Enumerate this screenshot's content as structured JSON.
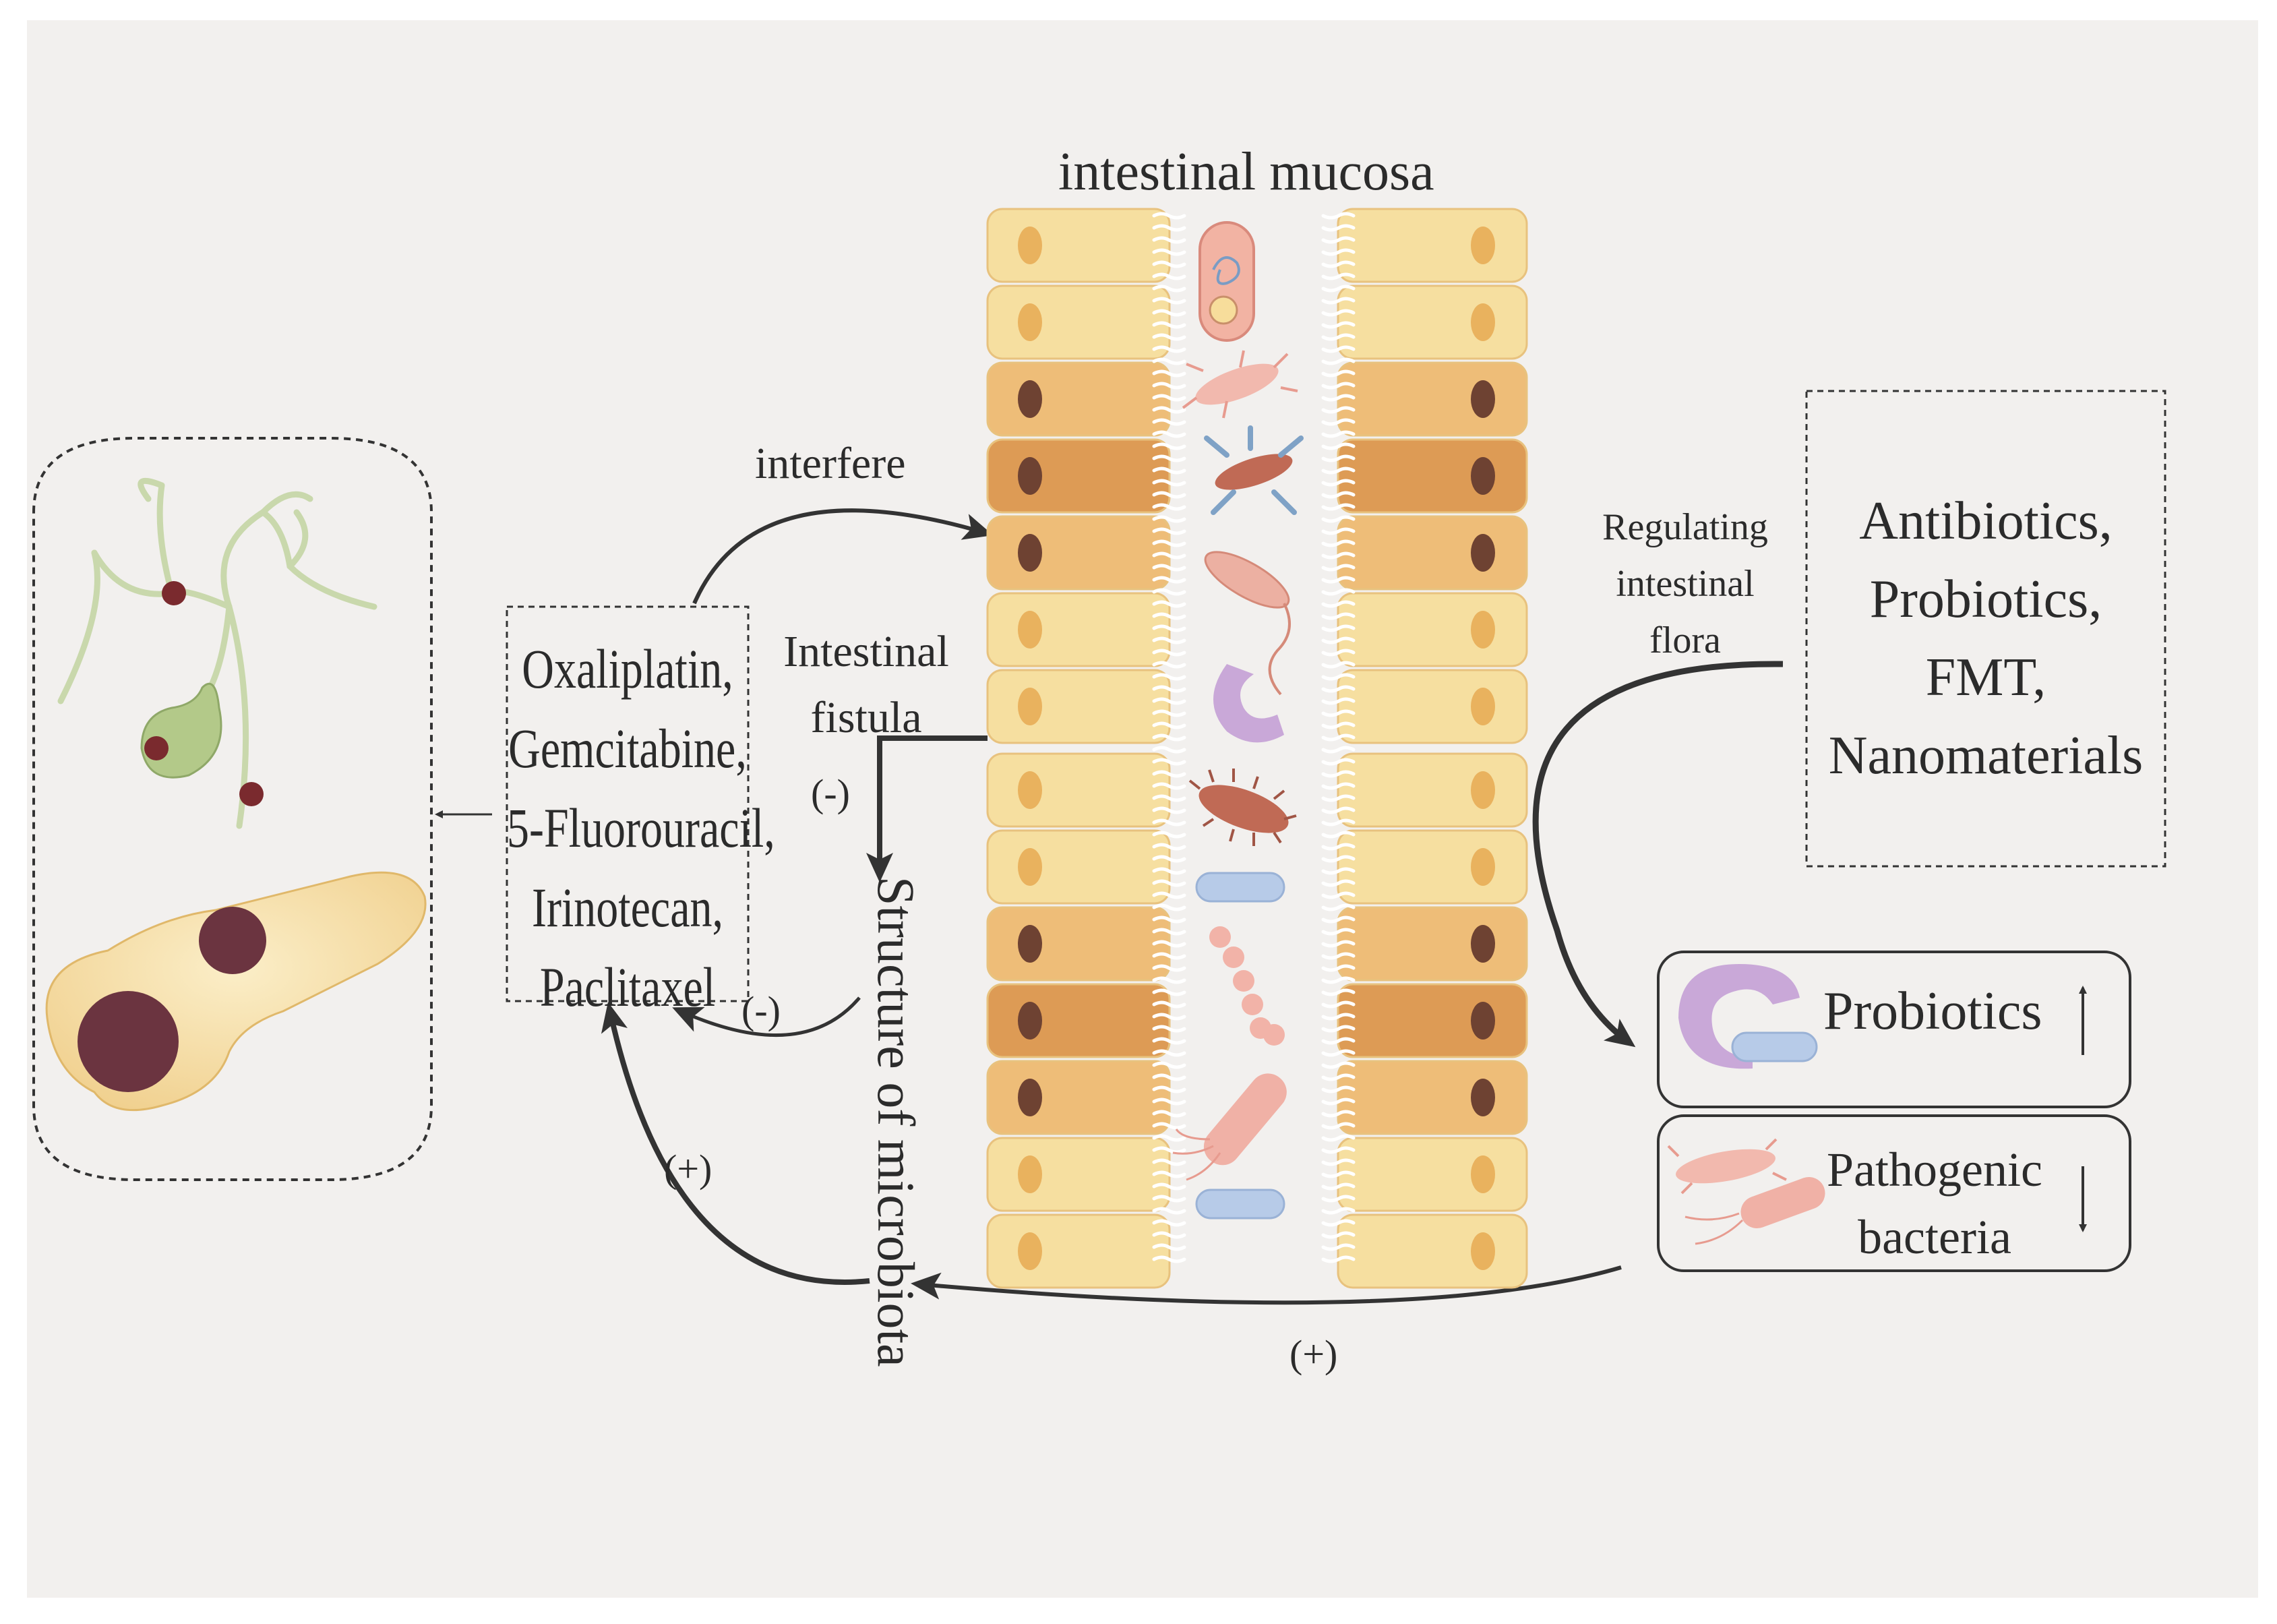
{
  "title": "intestinal mucosa",
  "labels": {
    "interfere": "interfere",
    "intestinal_fistula": [
      "Intestinal",
      "fistula"
    ],
    "minus_1": "(-)",
    "minus_2": "(-)",
    "plus_left": "(+)",
    "plus_bottom": "(+)",
    "structure": "Structure of microbiota",
    "regulating": [
      "Regulating",
      "intestinal",
      "flora"
    ]
  },
  "drugs": [
    "Oxaliplatin,",
    "Gemcitabine,",
    "5-Fluorouracil,",
    "Irinotecan,",
    "Paclitaxel"
  ],
  "treatments": [
    "Antibiotics,",
    "Probiotics,",
    "FMT,",
    "Nanomaterials"
  ],
  "outcomes": {
    "probiotics": "Probiotics",
    "pathogenic": [
      "Pathogenic",
      "bacteria"
    ]
  },
  "colors": {
    "background": "#f2f0ee",
    "cell_light": "#f6dfa0",
    "cell_mid": "#eebd78",
    "cell_dark": "#dd9b55",
    "nucleus_light": "#e9b25e",
    "nucleus_dark": "#6e4232",
    "arrow": "#333333",
    "probiotic": "#c9a8d8",
    "pathogen": "#e8a7a0",
    "pill": "#b7cbe8",
    "tumor": "#6b3440",
    "pancreas": "#f4d79a",
    "duct": "#c9d8ac"
  }
}
